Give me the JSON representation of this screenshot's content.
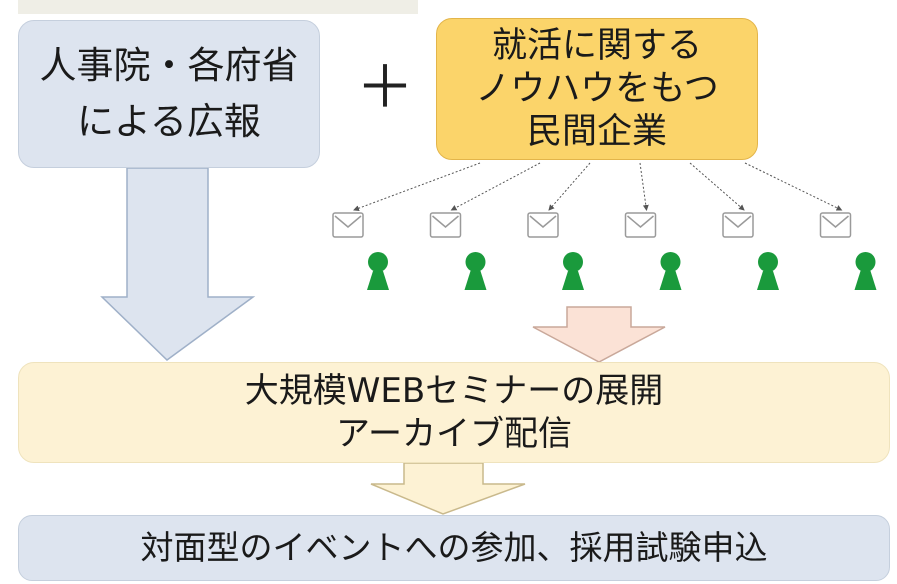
{
  "nodes": {
    "government": {
      "lines": [
        "人事院・各府省",
        "による広報"
      ]
    },
    "plus": "＋",
    "private_company": {
      "lines": [
        "就活に関する",
        "ノウハウをもつ",
        "民間企業"
      ]
    },
    "webinar": {
      "lines": [
        "大規模WEBセミナーの展開",
        "アーカイブ配信"
      ]
    },
    "event": {
      "lines": [
        "対面型のイベントへの参加、採用試験申込"
      ]
    }
  },
  "icons": {
    "mail": "envelope-icon",
    "person": "person-icon",
    "count": 6
  },
  "colors": {
    "gov_fill": "#dde4ef",
    "private_fill": "#fbd46a",
    "webinar_fill": "#fdf2d4",
    "event_fill": "#dde4ef",
    "big_arrow_fill": "#dde4ef",
    "peach_arrow_fill": "#fbe2d6",
    "cream_arrow_fill": "#fdf2d4",
    "person_color": "#1a9a3c"
  }
}
